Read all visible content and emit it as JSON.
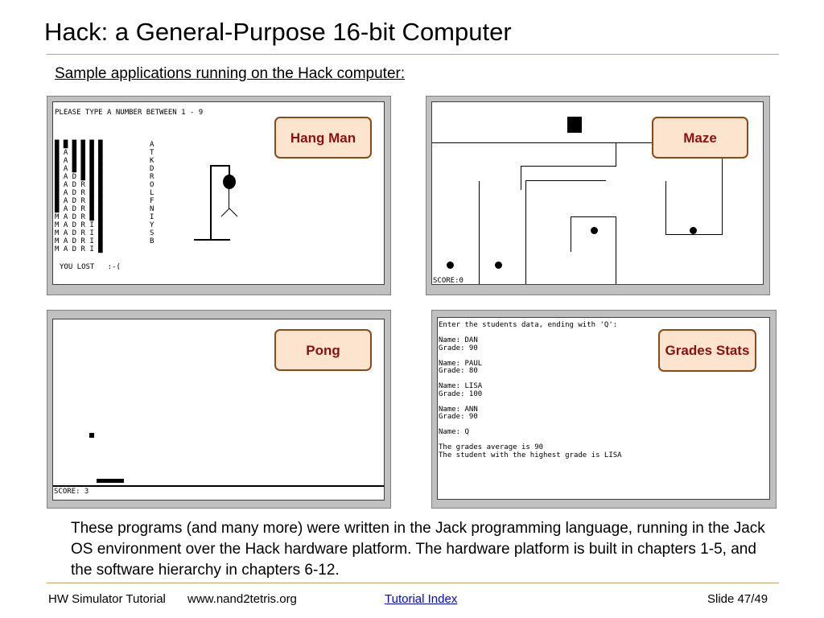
{
  "slide": {
    "title": "Hack: a General-Purpose 16-bit Computer",
    "subtitle": "Sample applications running on the Hack computer:",
    "description": "These programs (and many more) were written in the Jack programming language, running in the Jack OS environment over the Hack hardware platform.  The hardware platform is built in chapters 1-5, and the software hierarchy in chapters 6-12."
  },
  "screenshots": {
    "hangman": {
      "label": "Hang Man",
      "prompt": "PLEASE TYPE A NUMBER BETWEEN 1 - 9",
      "grid": "█ █ █ █ █ █\n█ A █ █ █ █\n█ A █ █ █ █\n█ A █ █ █ █\n█ A D █ █ █\n█ A D R █ █\n█ A D R █ █\n█ A D R █ █\n█ A D R █ █\nM A D R █ █\nM A D R I █\nM A D R I █\nM A D R I █\nM A D R I █",
      "letters": "A\nT\nK\nD\nR\nO\nL\nF\nN\nI\nY\nS\nB",
      "result": "YOU LOST   :-("
    },
    "maze": {
      "label": "Maze",
      "score": "SCORE:0"
    },
    "pong": {
      "label": "Pong",
      "score": "SCORE: 3"
    },
    "grades": {
      "label": "Grades Stats",
      "output": "Enter the students data, ending with 'Q':\n\nName: DAN\nGrade: 90\n\nName: PAUL\nGrade: 80\n\nName: LISA\nGrade: 100\n\nName: ANN\nGrade: 90\n\nName: Q\n\nThe grades average is 90\nThe student with the highest grade is LISA"
    }
  },
  "footer": {
    "left": "HW Simulator Tutorial",
    "site": "www.nand2tetris.org",
    "link": "Tutorial Index",
    "slide_number": "Slide 47/49"
  },
  "colors": {
    "callout_fill": "#fde4cf",
    "callout_border": "#8b4a18",
    "callout_text": "#8b1010",
    "rule": "#c8a06e",
    "link": "#0000ee"
  }
}
